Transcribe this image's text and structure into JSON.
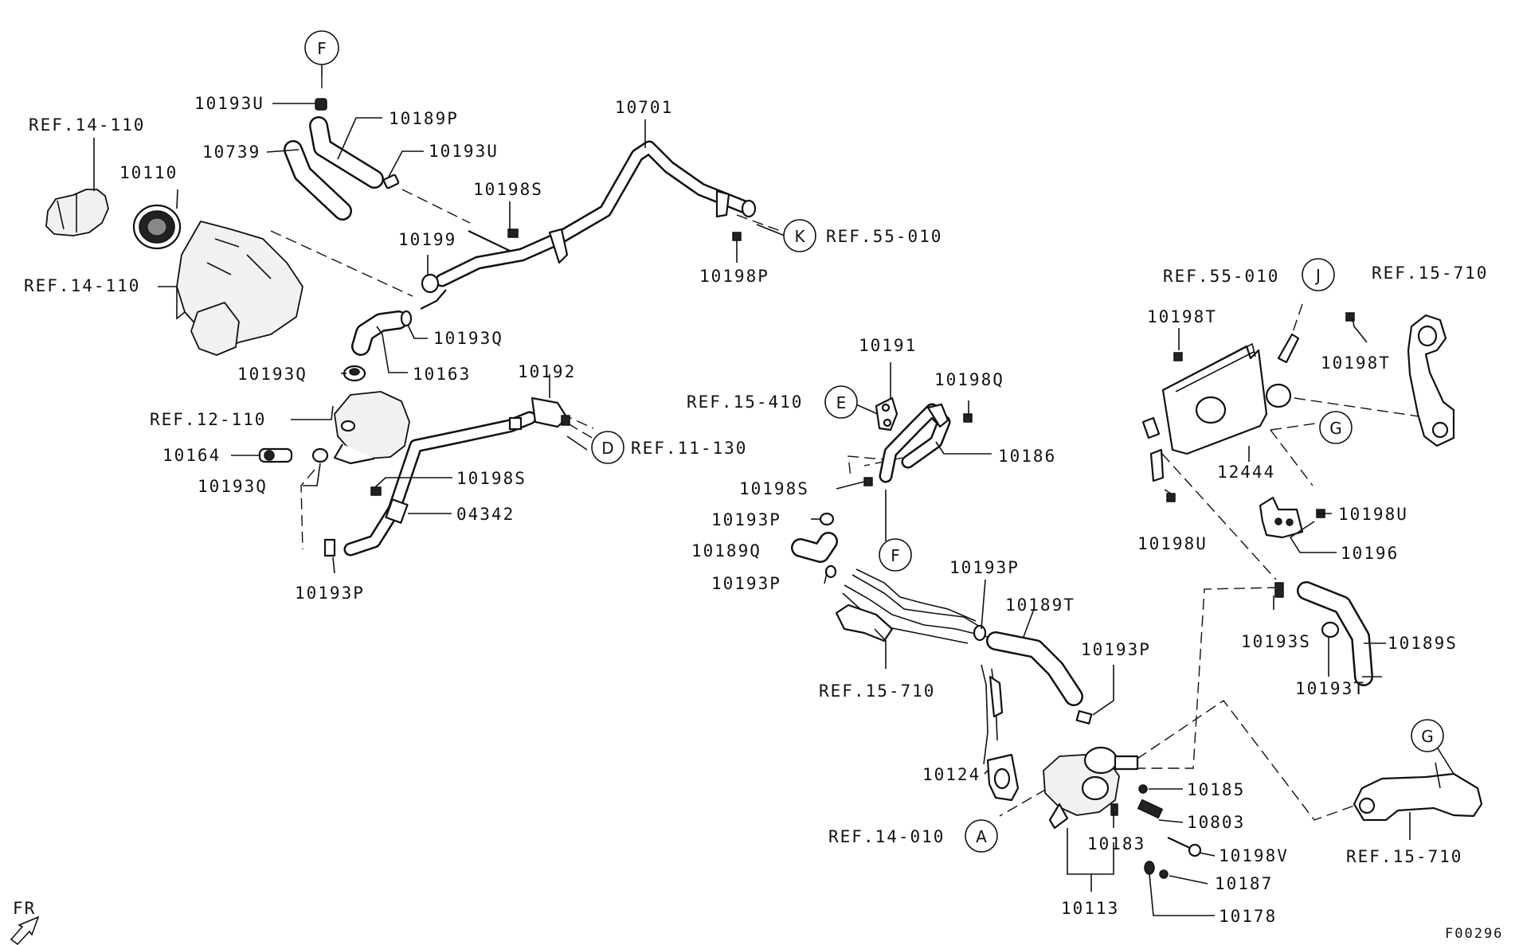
{
  "diagram_code": "F00296",
  "direction": "FR",
  "refs": {
    "ref_14_110_a": "REF.14-110",
    "ref_14_110_b": "REF.14-110",
    "ref_12_110": "REF.12-110",
    "ref_55_010_k": "REF.55-010",
    "ref_11_130": "REF.11-130",
    "ref_15_410": "REF.15-410",
    "ref_55_010_j": "REF.55-010",
    "ref_15_710_a": "REF.15-710",
    "ref_15_710_b": "REF.15-710",
    "ref_15_710_c": "REF.15-710",
    "ref_14_010": "REF.14-010"
  },
  "markers": {
    "f_top": "F",
    "k": "K",
    "d": "D",
    "e": "E",
    "f_mid": "F",
    "j": "J",
    "g_top": "G",
    "g_bottom": "G",
    "a": "A"
  },
  "parts": {
    "p10193U_a": "10193U",
    "p10739": "10739",
    "p10189P": "10189P",
    "p10193U_b": "10193U",
    "p10110": "10110",
    "p10701": "10701",
    "p10198S_a": "10198S",
    "p10199": "10199",
    "p10198P": "10198P",
    "p10193Q_a": "10193Q",
    "p10193Q_b": "10193Q",
    "p10163": "10163",
    "p10192": "10192",
    "p10164": "10164",
    "p10193Q_c": "10193Q",
    "p10198S_b": "10198S",
    "p04342": "04342",
    "p10193P_a": "10193P",
    "p10191": "10191",
    "p10198Q": "10198Q",
    "p10186": "10186",
    "p10198S_c": "10198S",
    "p10193P_b": "10193P",
    "p10189Q": "10189Q",
    "p10193P_c": "10193P",
    "p10193P_d": "10193P",
    "p10189T": "10189T",
    "p10193P_e": "10193P",
    "p10124": "10124",
    "p10185": "10185",
    "p10803": "10803",
    "p10183": "10183",
    "p10198V": "10198V",
    "p10187": "10187",
    "p10113": "10113",
    "p10178": "10178",
    "p10198T_a": "10198T",
    "p10198T_b": "10198T",
    "p12444": "12444",
    "p10198U_a": "10198U",
    "p10198U_b": "10198U",
    "p10196": "10196",
    "p10193S": "10193S",
    "p10189S": "10189S",
    "p10193T": "10193T"
  }
}
